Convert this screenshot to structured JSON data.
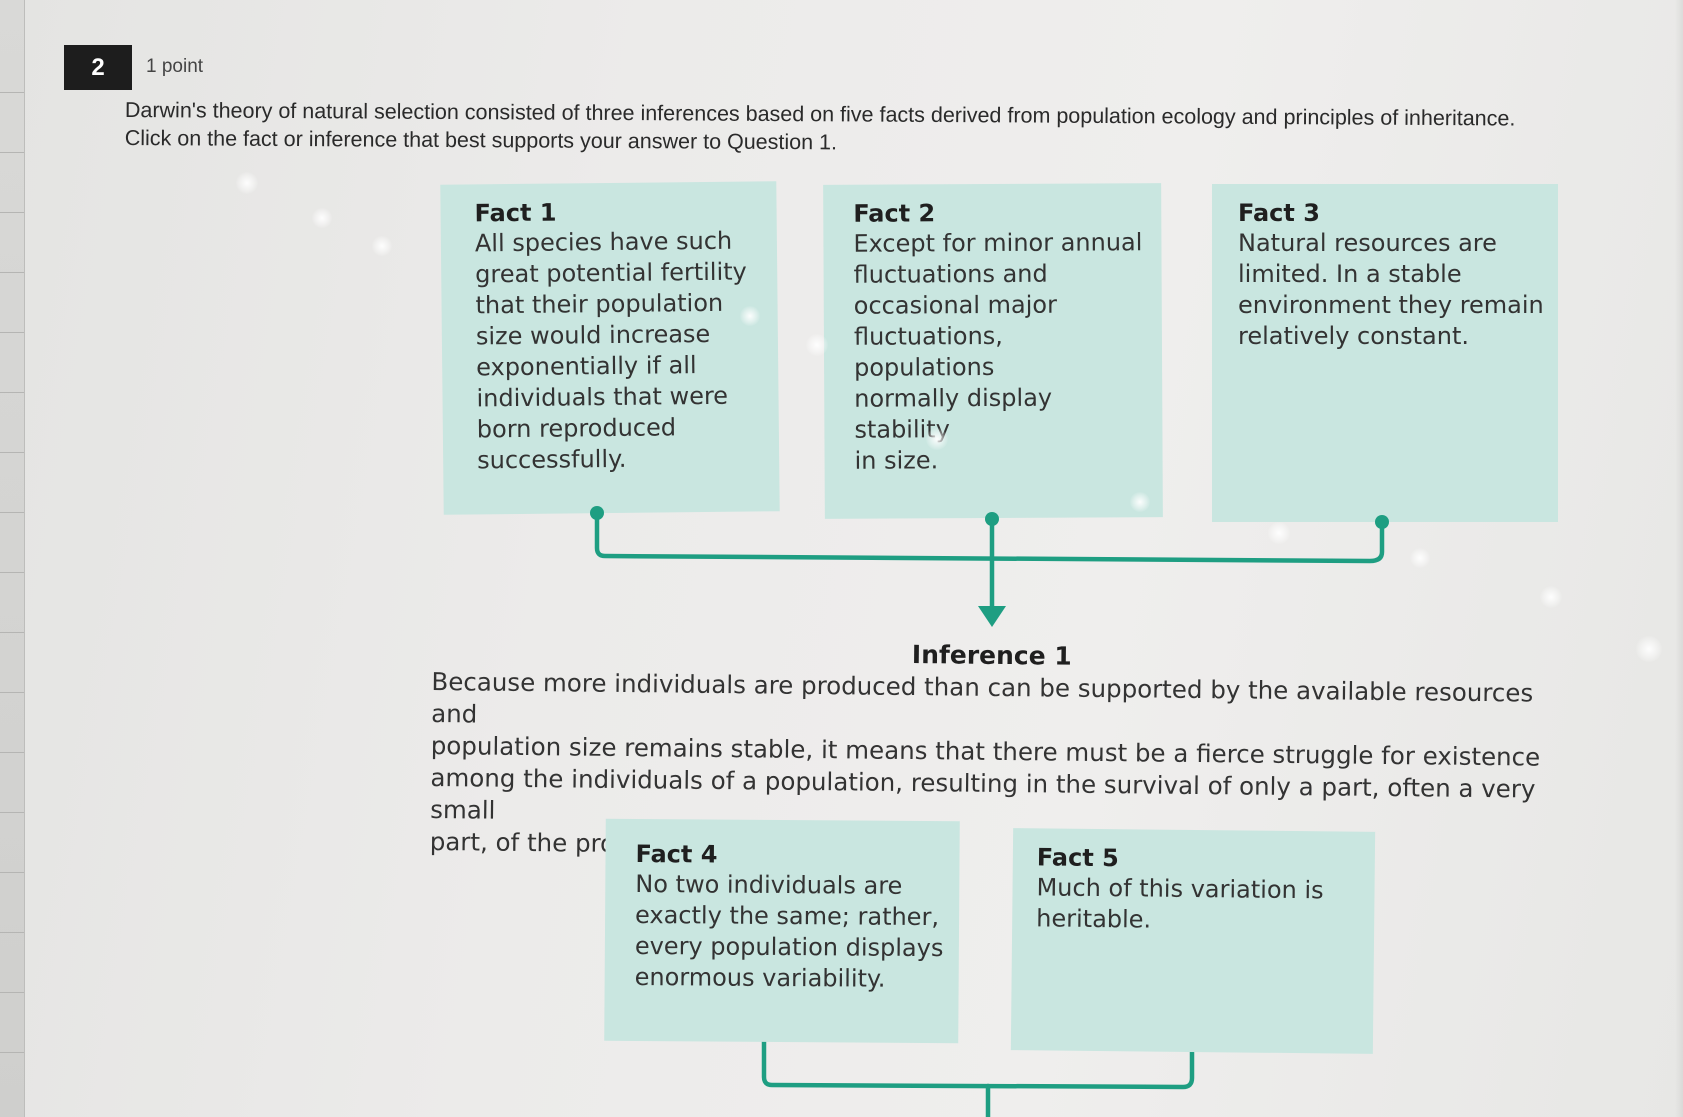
{
  "question": {
    "number": "2",
    "points": "1 point",
    "prompt_line1": "Darwin's theory of natural selection consisted of three inferences based on five facts derived from population ecology and principles of inheritance.",
    "prompt_line2": "Click on the fact or inference that best supports your answer to Question 1."
  },
  "facts": [
    {
      "title": "Fact 1",
      "text": "All species have such\ngreat potential fertility\nthat their population\nsize would increase\nexponentially if all\nindividuals that were\nborn reproduced\nsuccessfully."
    },
    {
      "title": "Fact 2",
      "text": "Except for minor annual\nfluctuations and\noccasional major\nfluctuations, populations\nnormally display stability\nin size."
    },
    {
      "title": "Fact 3",
      "text": "Natural resources are\nlimited. In a stable\nenvironment they remain\nrelatively constant."
    },
    {
      "title": "Fact 4",
      "text": "No two individuals are\nexactly the same; rather,\nevery population displays\nenormous variability."
    },
    {
      "title": "Fact 5",
      "text": "Much of this variation is\nheritable."
    }
  ],
  "inference1": {
    "title": "Inference 1",
    "text": "Because more individuals are produced than can be supported by the available resources and\npopulation size remains stable, it means that there must be a fierce struggle for existence\namong the individuals of a population, resulting in the survival of only a part, often a very small\npart, of the progeny of each generation."
  },
  "colors": {
    "card_background": "#c9e6e0",
    "connector": "#1e9e82",
    "number_badge": "#1d1d1d"
  }
}
